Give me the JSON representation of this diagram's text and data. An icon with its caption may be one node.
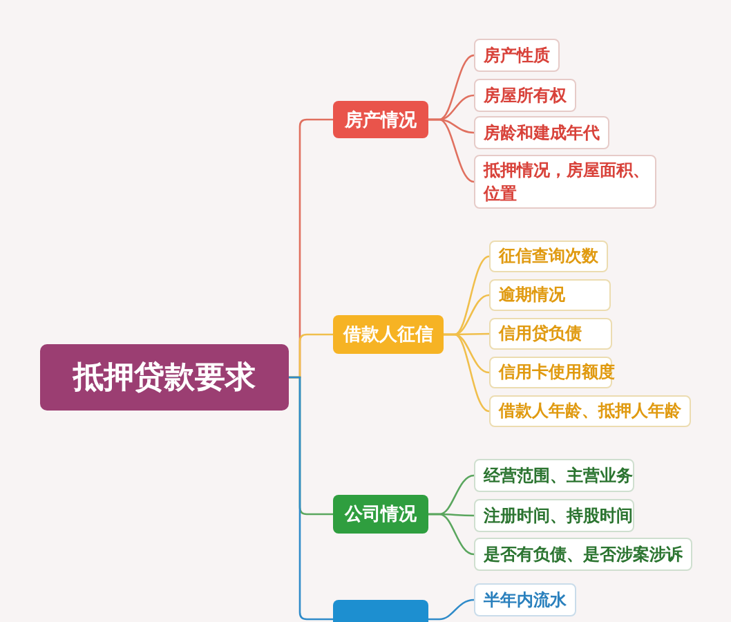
{
  "diagram": {
    "nodes": [
      {
        "text": [
          "抵押贷款要求"
        ]
      },
      {
        "text": [
          "房产情况"
        ]
      },
      {
        "text": [
          "房产性质"
        ]
      },
      {
        "text": [
          "房屋所有权"
        ]
      },
      {
        "text": [
          "房龄和建成年代"
        ]
      },
      {
        "text": [
          "抵押情况，房屋面积、位置"
        ]
      },
      {
        "text": [
          "借款人征信"
        ]
      },
      {
        "text": [
          "征信查询次数"
        ]
      },
      {
        "text": [
          "逾期情况"
        ]
      },
      {
        "text": [
          "信用贷负债"
        ]
      },
      {
        "text": [
          "信用卡使用额度"
        ]
      },
      {
        "text": [
          "借款人年龄、抵押人年龄"
        ]
      },
      {
        "text": [
          "公司情况"
        ]
      },
      {
        "text": [
          "经营范围、主营业务"
        ]
      },
      {
        "text": [
          "注册时间、持股时间"
        ]
      },
      {
        "text": [
          "是否有负债、是否涉案涉诉"
        ]
      },
      {
        "text": [],
        "shape": "box"
      },
      {
        "text": [
          "半年内流水"
        ]
      }
    ],
    "edges": [
      {
        "from": 0,
        "to": 1,
        "arrow": "none",
        "color": "#e0705f"
      },
      {
        "from": 1,
        "to": 2,
        "arrow": "none",
        "color": "#e0705f"
      },
      {
        "from": 1,
        "to": 3,
        "arrow": "none",
        "color": "#e0705f"
      },
      {
        "from": 1,
        "to": 4,
        "arrow": "none",
        "color": "#e0705f"
      },
      {
        "from": 1,
        "to": 5,
        "arrow": "none",
        "color": "#e0705f"
      },
      {
        "from": 0,
        "to": 6,
        "arrow": "none",
        "color": "#f0bf4c"
      },
      {
        "from": 6,
        "to": 7,
        "arrow": "none",
        "color": "#f0bf4c"
      },
      {
        "from": 6,
        "to": 8,
        "arrow": "none",
        "color": "#f0bf4c"
      },
      {
        "from": 6,
        "to": 9,
        "arrow": "none",
        "color": "#f0bf4c"
      },
      {
        "from": 6,
        "to": 10,
        "arrow": "none",
        "color": "#f0bf4c"
      },
      {
        "from": 6,
        "to": 11,
        "arrow": "none",
        "color": "#f0bf4c"
      },
      {
        "from": 0,
        "to": 12,
        "arrow": "none",
        "color": "#5aa65e"
      },
      {
        "from": 12,
        "to": 13,
        "arrow": "none",
        "color": "#5aa65e"
      },
      {
        "from": 12,
        "to": 14,
        "arrow": "none",
        "color": "#5aa65e"
      },
      {
        "from": 12,
        "to": 15,
        "arrow": "none",
        "color": "#5aa65e"
      },
      {
        "from": 0,
        "to": 16,
        "arrow": "none",
        "color": "#2f8bc9"
      },
      {
        "from": 16,
        "to": 17,
        "arrow": "none",
        "color": "#2f8bc9"
      }
    ]
  }
}
